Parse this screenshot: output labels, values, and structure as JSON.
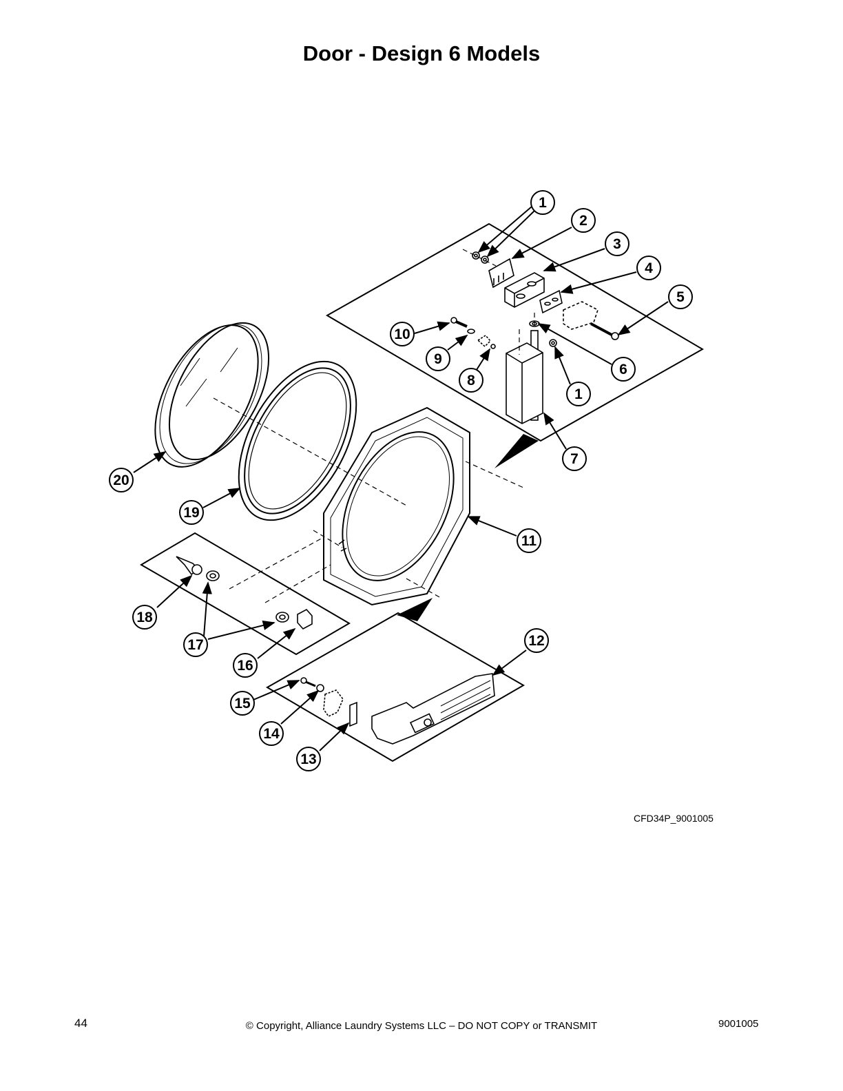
{
  "page": {
    "title": "Door - Design 6 Models",
    "figure_id": "CFD34P_9001005",
    "footer": {
      "page_number": "44",
      "copyright": "© Copyright, Alliance Laundry Systems LLC – DO NOT COPY or TRANSMIT",
      "doc_number": "9001005"
    }
  },
  "callouts": [
    {
      "label": "1"
    },
    {
      "label": "2"
    },
    {
      "label": "3"
    },
    {
      "label": "4"
    },
    {
      "label": "5"
    },
    {
      "label": "10"
    },
    {
      "label": "9"
    },
    {
      "label": "8"
    },
    {
      "label": "6"
    },
    {
      "label": "1"
    },
    {
      "label": "7"
    },
    {
      "label": "20"
    },
    {
      "label": "19"
    },
    {
      "label": "11"
    },
    {
      "label": "18"
    },
    {
      "label": "17"
    },
    {
      "label": "16"
    },
    {
      "label": "12"
    },
    {
      "label": "15"
    },
    {
      "label": "14"
    },
    {
      "label": "13"
    }
  ]
}
